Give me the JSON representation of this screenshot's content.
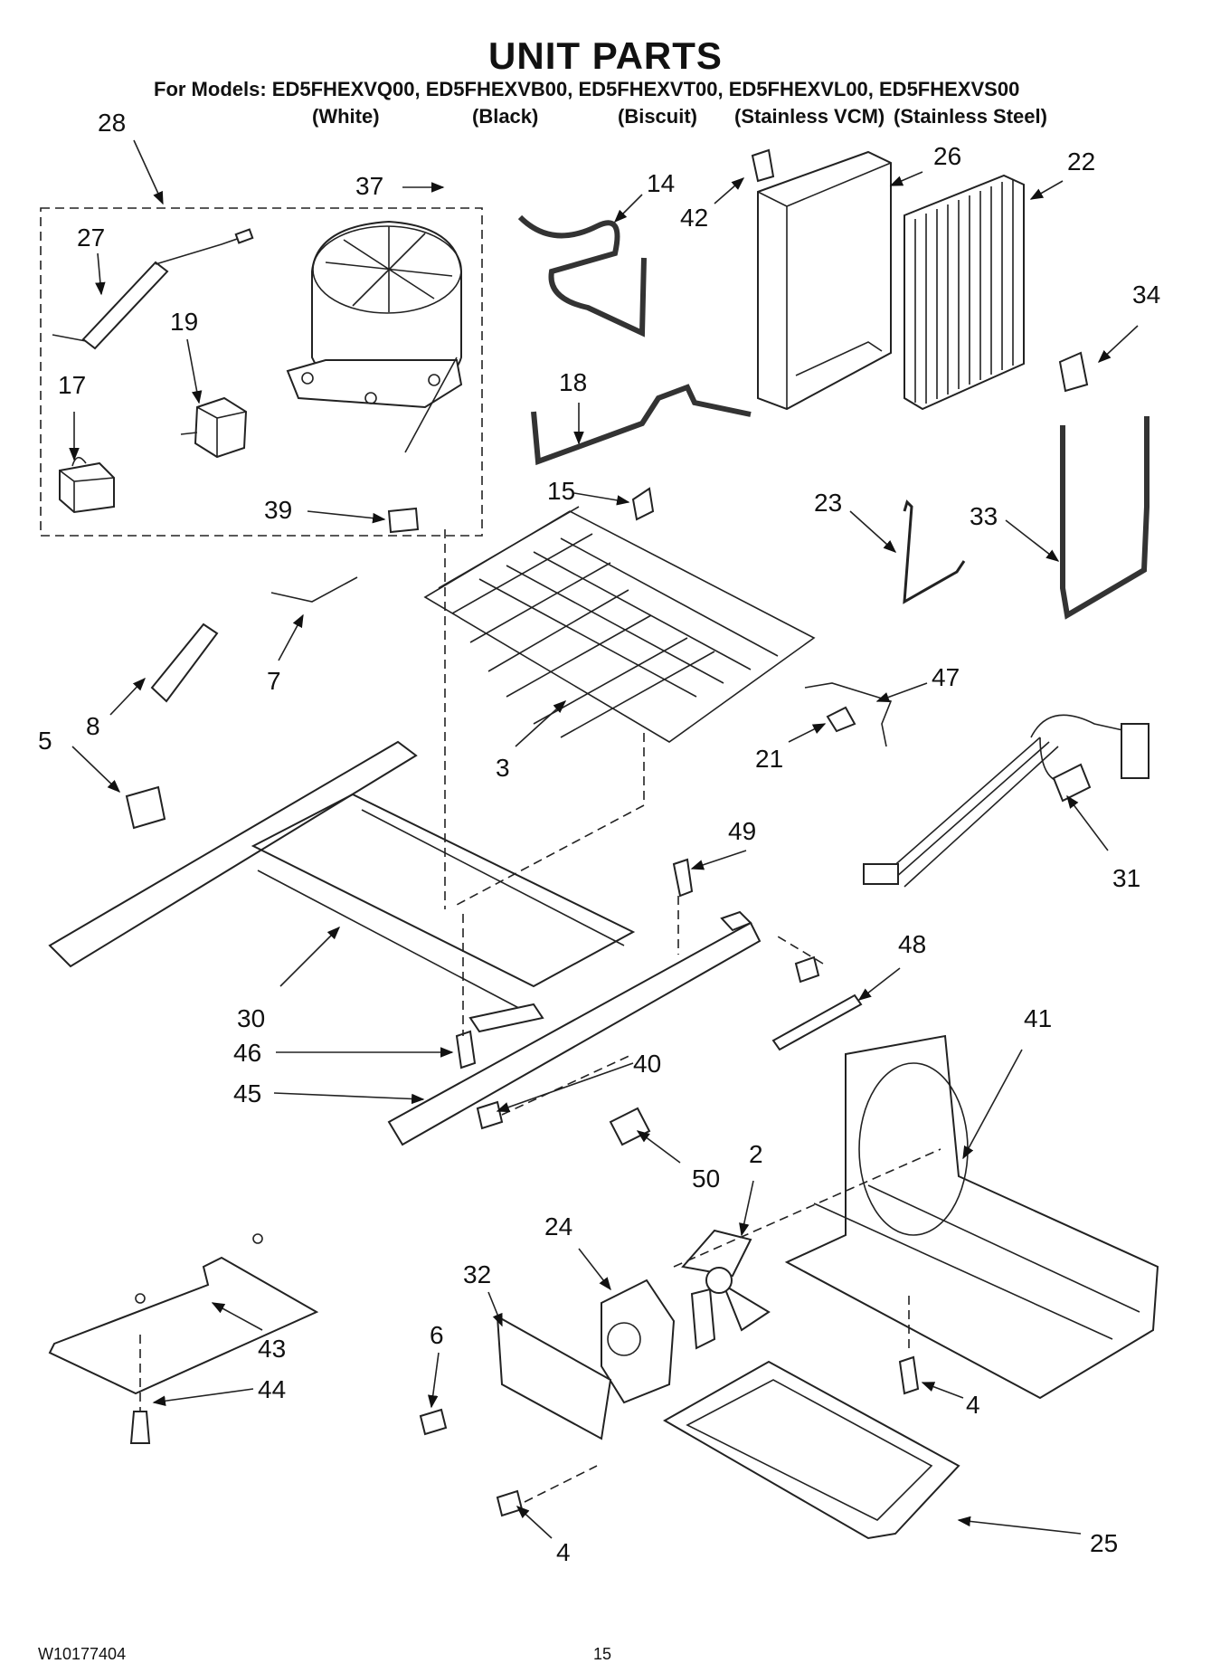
{
  "header": {
    "title": "UNIT PARTS",
    "models": "For Models: ED5FHEXVQ00, ED5FHEXVB00, ED5FHEXVT00, ED5FHEXVL00, ED5FHEXVS00",
    "colors": [
      "(White)",
      "(Black)",
      "(Biscuit)",
      "(Stainless VCM)",
      "(Stainless Steel)"
    ]
  },
  "callouts": {
    "c28": "28",
    "c37": "37",
    "c14": "14",
    "c42": "42",
    "c26": "26",
    "c22": "22",
    "c27": "27",
    "c19": "19",
    "c17": "17",
    "c18": "18",
    "c34": "34",
    "c39": "39",
    "c15": "15",
    "c23": "23",
    "c33": "33",
    "c7": "7",
    "c8": "8",
    "c47": "47",
    "c5": "5",
    "c21": "21",
    "c3": "3",
    "c31": "31",
    "c49": "49",
    "c30": "30",
    "c48": "48",
    "c41": "41",
    "c46": "46",
    "c40": "40",
    "c45": "45",
    "c2": "2",
    "c50": "50",
    "c24": "24",
    "c32": "32",
    "c6": "6",
    "c43": "43",
    "c44": "44",
    "c4a": "4",
    "c4b": "4",
    "c25": "25"
  },
  "footer": {
    "doc_number": "W10177404",
    "page": "15"
  }
}
